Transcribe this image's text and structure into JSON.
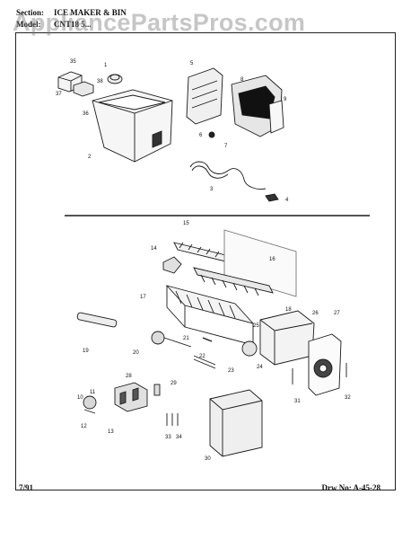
{
  "header": {
    "section_label": "Section:",
    "section_value": "ICE MAKER & BIN",
    "model_label": "Model:",
    "model_value": "CNT18 5..."
  },
  "watermark": "AppliancePartsPros.com",
  "footer": {
    "date": "7/91",
    "drawing_number": "Drw No: A-45-28"
  },
  "callouts": [
    "1",
    "2",
    "3",
    "4",
    "5",
    "6",
    "7",
    "8",
    "9",
    "10",
    "11",
    "12",
    "13",
    "14",
    "15",
    "16",
    "17",
    "18",
    "19",
    "20",
    "21",
    "22",
    "23",
    "24",
    "25",
    "26",
    "27",
    "28",
    "29",
    "30",
    "31",
    "32",
    "33",
    "34",
    "35",
    "36",
    "37",
    "38"
  ]
}
